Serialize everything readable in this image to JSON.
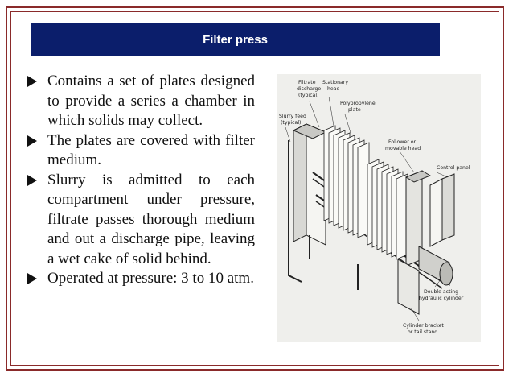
{
  "slide": {
    "title": "Filter press",
    "bullets": [
      "Contains a set of plates designed to provide a series a chamber in which solids may collect.",
      "The plates are covered with filter medium.",
      "Slurry is admitted to each compartment under pressure, filtrate passes thorough medium and out a discharge pipe, leaving a wet cake of solid behind.",
      "Operated at pressure: 3 to 10 atm."
    ]
  },
  "figure": {
    "labels": {
      "filtrate_line1": "Filtrate",
      "filtrate_line2": "discharge",
      "filtrate_line3": "(typical)",
      "stationary_line1": "Stationary",
      "stationary_line2": "head",
      "slurry_line1": "Slurry feed",
      "slurry_line2": "(typical)",
      "plate_line1": "Polypropylene",
      "plate_line2": "plate",
      "follower_line1": "Follower or",
      "follower_line2": "movable head",
      "control": "Control panel",
      "cylinder_line1": "Double acting",
      "cylinder_line2": "hydraulic cylinder",
      "bracket_line1": "Cylinder bracket",
      "bracket_line2": "or tail stand"
    }
  },
  "colors": {
    "title_bg": "#0b1e6b",
    "frame": "#8a2a2a"
  }
}
